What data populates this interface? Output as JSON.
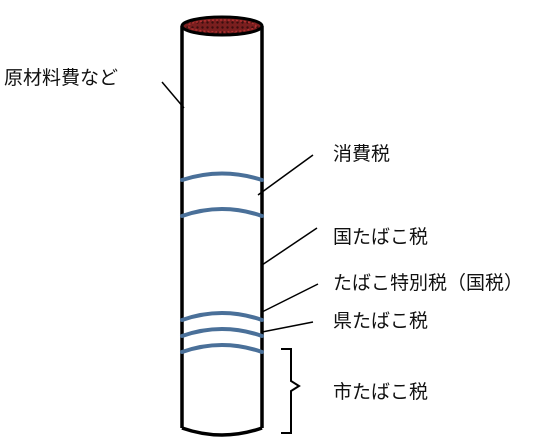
{
  "labels": {
    "raw_materials": "原材料費など",
    "consumption_tax": "消費税",
    "national_tobacco_tax": "国たばこ税",
    "special_tobacco_tax": "たばこ特別税（国税）",
    "prefectural_tobacco_tax": "県たばこ税",
    "municipal_tobacco_tax": "市たばこ税"
  },
  "colors": {
    "band": "#4a7099",
    "outline": "#000000",
    "tip": "#7a1f1f"
  }
}
